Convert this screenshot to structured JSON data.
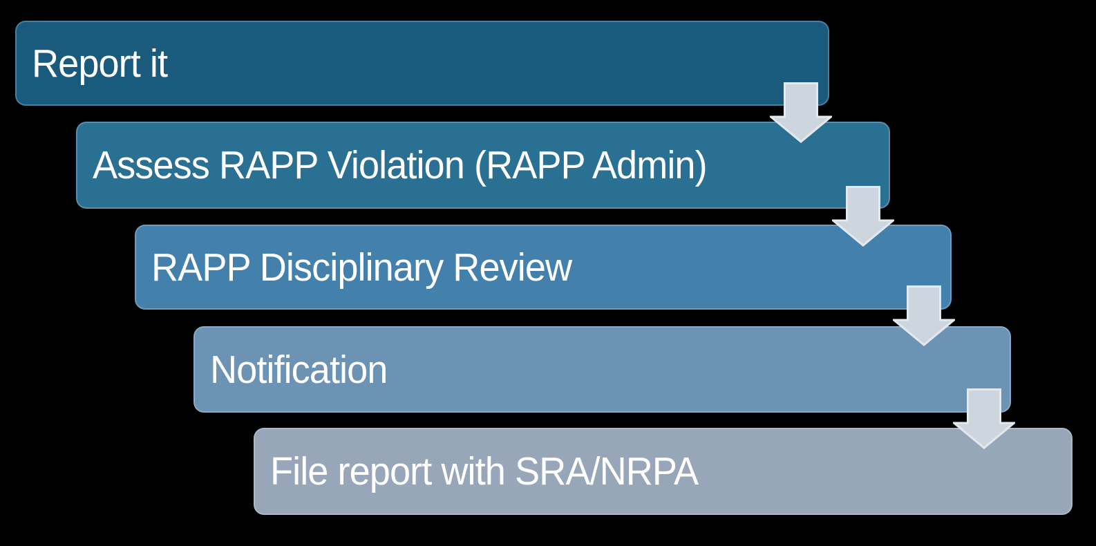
{
  "diagram": {
    "type": "step-down-process-flowchart",
    "background_color": "#000000",
    "text_color": "#FFFFFF",
    "steps": [
      {
        "label": "Report it",
        "color": "#1A5B7D"
      },
      {
        "label": "Assess RAPP Violation (RAPP Admin)",
        "color": "#2A7093"
      },
      {
        "label": "RAPP Disciplinary Review",
        "color": "#4381AC"
      },
      {
        "label": "Notification",
        "color": "#6C92B4"
      },
      {
        "label": "File report with SRA/NRPA",
        "color": "#97A6B8"
      }
    ],
    "arrow": {
      "name": "down-arrow",
      "fill": "#CDD5DF",
      "stroke": "#E4E9EF"
    }
  }
}
